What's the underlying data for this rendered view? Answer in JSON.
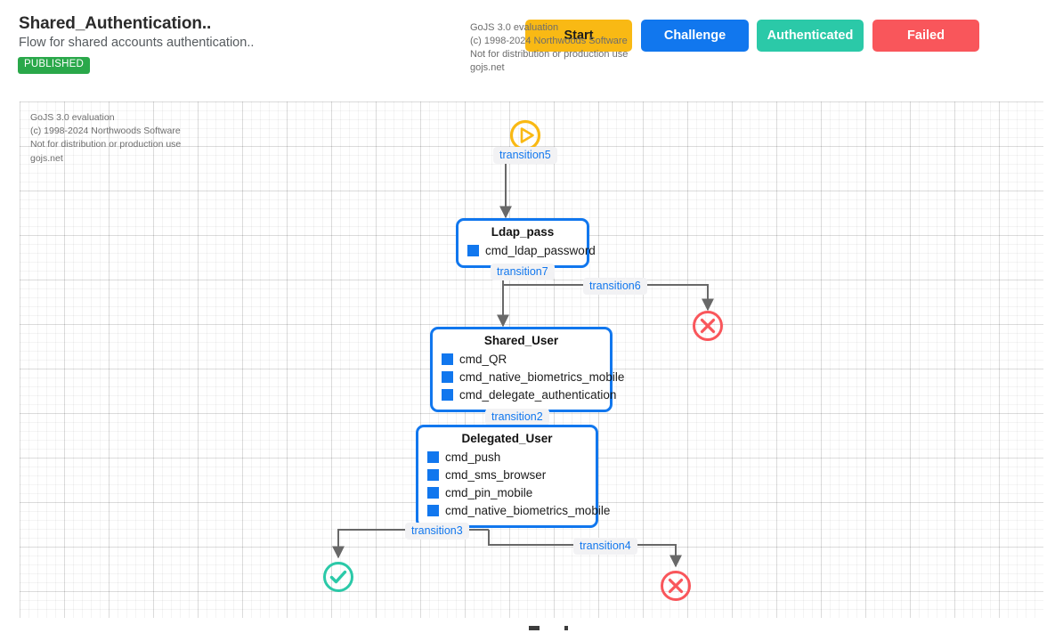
{
  "header": {
    "title": "Shared_Authentication..",
    "subtitle": "Flow for shared accounts authentication..",
    "status_badge": "PUBLISHED",
    "watermark": "GoJS 3.0 evaluation\n(c) 1998-2024 Northwoods Software\nNot for distribution or production use\ngojs.net",
    "legend": [
      {
        "label": "Start",
        "color": "#f9b914",
        "name": "legend-start"
      },
      {
        "label": "Challenge",
        "color": "#1177ee",
        "name": "legend-challenge"
      },
      {
        "label": "Authenticated",
        "color": "#2bc9a8",
        "name": "legend-authenticated"
      },
      {
        "label": "Failed",
        "color": "#f9565b",
        "name": "legend-failed"
      }
    ]
  },
  "canvas": {
    "watermark": "GoJS 3.0 evaluation\n(c) 1998-2024 Northwoods Software\nNot for distribution or production use\ngojs.net",
    "grid": "on"
  },
  "diagram": {
    "nodes": [
      {
        "id": "start",
        "type": "start",
        "icon": "play-circle-icon",
        "color": "#f9b914"
      },
      {
        "id": "ldap_pass",
        "type": "challenge",
        "title": "Ldap_pass",
        "items": [
          "cmd_ldap_password"
        ]
      },
      {
        "id": "shared_user",
        "type": "challenge",
        "title": "Shared_User",
        "items": [
          "cmd_QR",
          "cmd_native_biometrics_mobile",
          "cmd_delegate_authentication"
        ]
      },
      {
        "id": "delegated_user",
        "type": "challenge",
        "title": "Delegated_User",
        "items": [
          "cmd_push",
          "cmd_sms_browser",
          "cmd_pin_mobile",
          "cmd_native_biometrics_mobile"
        ]
      },
      {
        "id": "failed_top",
        "type": "failed",
        "icon": "x-circle-icon",
        "color": "#f9565b"
      },
      {
        "id": "authenticated",
        "type": "authenticated",
        "icon": "check-circle-icon",
        "color": "#2bc9a8"
      },
      {
        "id": "failed_bottom",
        "type": "failed",
        "icon": "x-circle-icon",
        "color": "#f9565b"
      }
    ],
    "links": [
      {
        "id": "t5",
        "label": "transition5",
        "from": "start",
        "to": "ldap_pass"
      },
      {
        "id": "t7",
        "label": "transition7",
        "from": "ldap_pass",
        "to": "shared_user"
      },
      {
        "id": "t6",
        "label": "transition6",
        "from": "ldap_pass",
        "to": "failed_top"
      },
      {
        "id": "t2",
        "label": "transition2",
        "from": "shared_user",
        "to": "delegated_user"
      },
      {
        "id": "t3",
        "label": "transition3",
        "from": "delegated_user",
        "to": "authenticated"
      },
      {
        "id": "t4",
        "label": "transition4",
        "from": "delegated_user",
        "to": "failed_bottom"
      }
    ]
  }
}
